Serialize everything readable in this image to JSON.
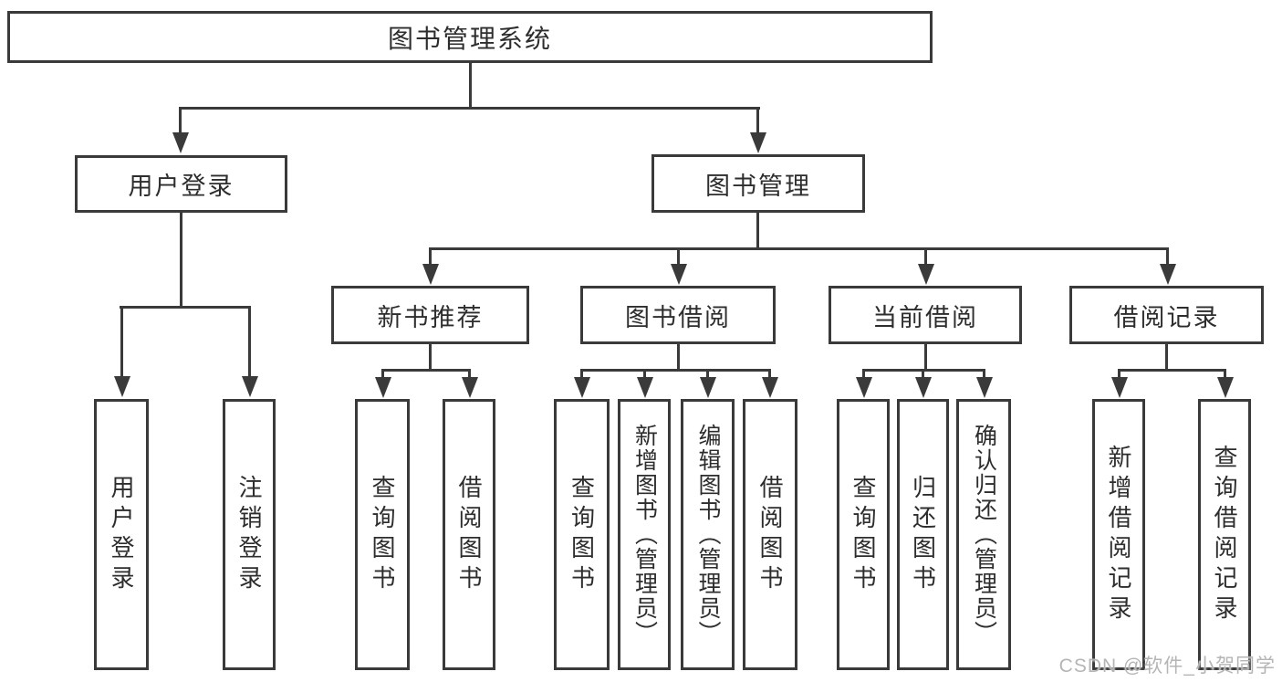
{
  "theme": {
    "line_color": "#3a3a3a",
    "box_border_color": "#3a3a3a",
    "text_color": "#2d2d2d",
    "background": "#ffffff",
    "watermark_color": "#b5b5b5"
  },
  "diagram": {
    "root": {
      "label": "图书管理系统"
    },
    "level2": [
      {
        "label": "用户登录"
      },
      {
        "label": "图书管理"
      }
    ],
    "level3": [
      {
        "label": "新书推荐"
      },
      {
        "label": "图书借阅"
      },
      {
        "label": "当前借阅"
      },
      {
        "label": "借阅记录"
      }
    ],
    "leaves": {
      "user_login": [
        "用户登录",
        "注销登录"
      ],
      "new_books": [
        "查询图书",
        "借阅图书"
      ],
      "book_borrow": [
        "查询图书",
        "新增图书（管理员）",
        "编辑图书（管理员）",
        "借阅图书"
      ],
      "current_borrow": [
        "查询图书",
        "归还图书",
        "确认归还（管理员）"
      ],
      "borrow_records": [
        "新增借阅记录",
        "查询借阅记录"
      ]
    }
  },
  "watermark": {
    "text": "CSDN @软件_小贺同学"
  }
}
